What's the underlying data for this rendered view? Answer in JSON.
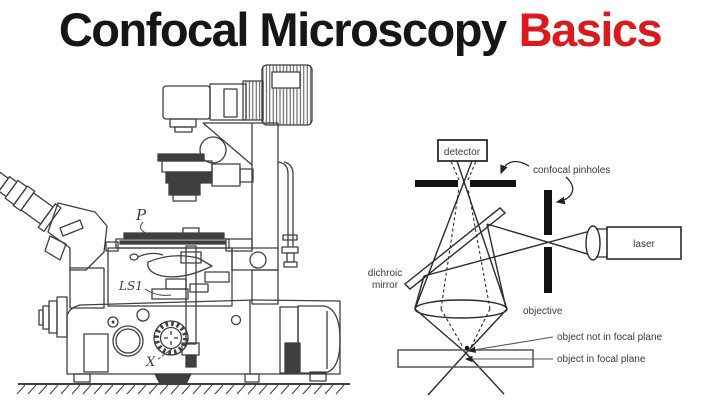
{
  "title": {
    "black": "Confocal Microscopy",
    "red": "Basics",
    "red_color": "#dc1a1d",
    "black_color": "#161616"
  },
  "optical_diagram": {
    "ink_color": "#2b2b2b",
    "labels": {
      "detector": "detector",
      "confocal_pinholes": "confocal pinholes",
      "laser": "laser",
      "dichroic_mirror_1": "dichroic",
      "dichroic_mirror_2": "mirror",
      "objective": "objective",
      "object_not_in_focal_plane": "object not in focal plane",
      "object_in_focal_plane": "object in focal plane"
    }
  },
  "microscope_drawing": {
    "ink_color": "#3f3f3f",
    "annotations": {
      "p": "P",
      "ls1": "LS1",
      "x": "X"
    }
  }
}
